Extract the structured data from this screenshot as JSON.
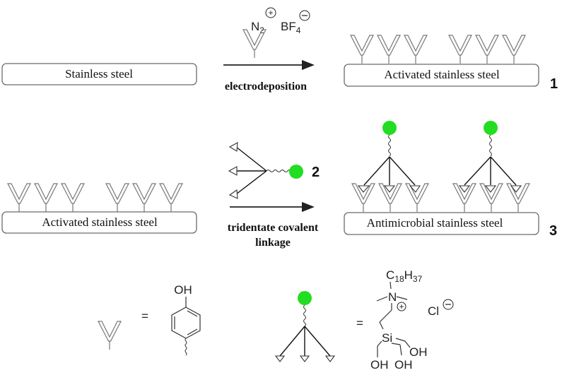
{
  "diagram": {
    "row1": {
      "substrate_label": "Stainless steel",
      "reagent_cation": "N",
      "reagent_cation_subscript": "2",
      "reagent_cation_charge": "+",
      "reagent_anion": "BF",
      "reagent_anion_subscript": "4",
      "reagent_anion_charge": "−",
      "arrow_condition": "electrodeposition",
      "product_label": "Activated stainless steel",
      "product_number": "1"
    },
    "row2": {
      "substrate_label": "Activated stainless steel",
      "reagent_number": "2",
      "arrow_condition_line1": "tridentate covalent",
      "arrow_condition_line2": "linkage",
      "product_label": "Antimicrobial stainless steel",
      "product_number": "3"
    },
    "legend": {
      "equals": "=",
      "phenol_label": "OH",
      "quat_alkyl": "C",
      "quat_alkyl_sub1": "18",
      "quat_alkyl_h": "H",
      "quat_alkyl_sub2": "37",
      "nitrogen": "N",
      "nitrogen_charge": "+",
      "silicon": "Si",
      "hydroxyl": "OH",
      "counter_ion": "Cl",
      "counter_ion_charge": "−"
    },
    "colors": {
      "biocide_ball": "#22dd22",
      "linker_outline": "#777777"
    }
  }
}
